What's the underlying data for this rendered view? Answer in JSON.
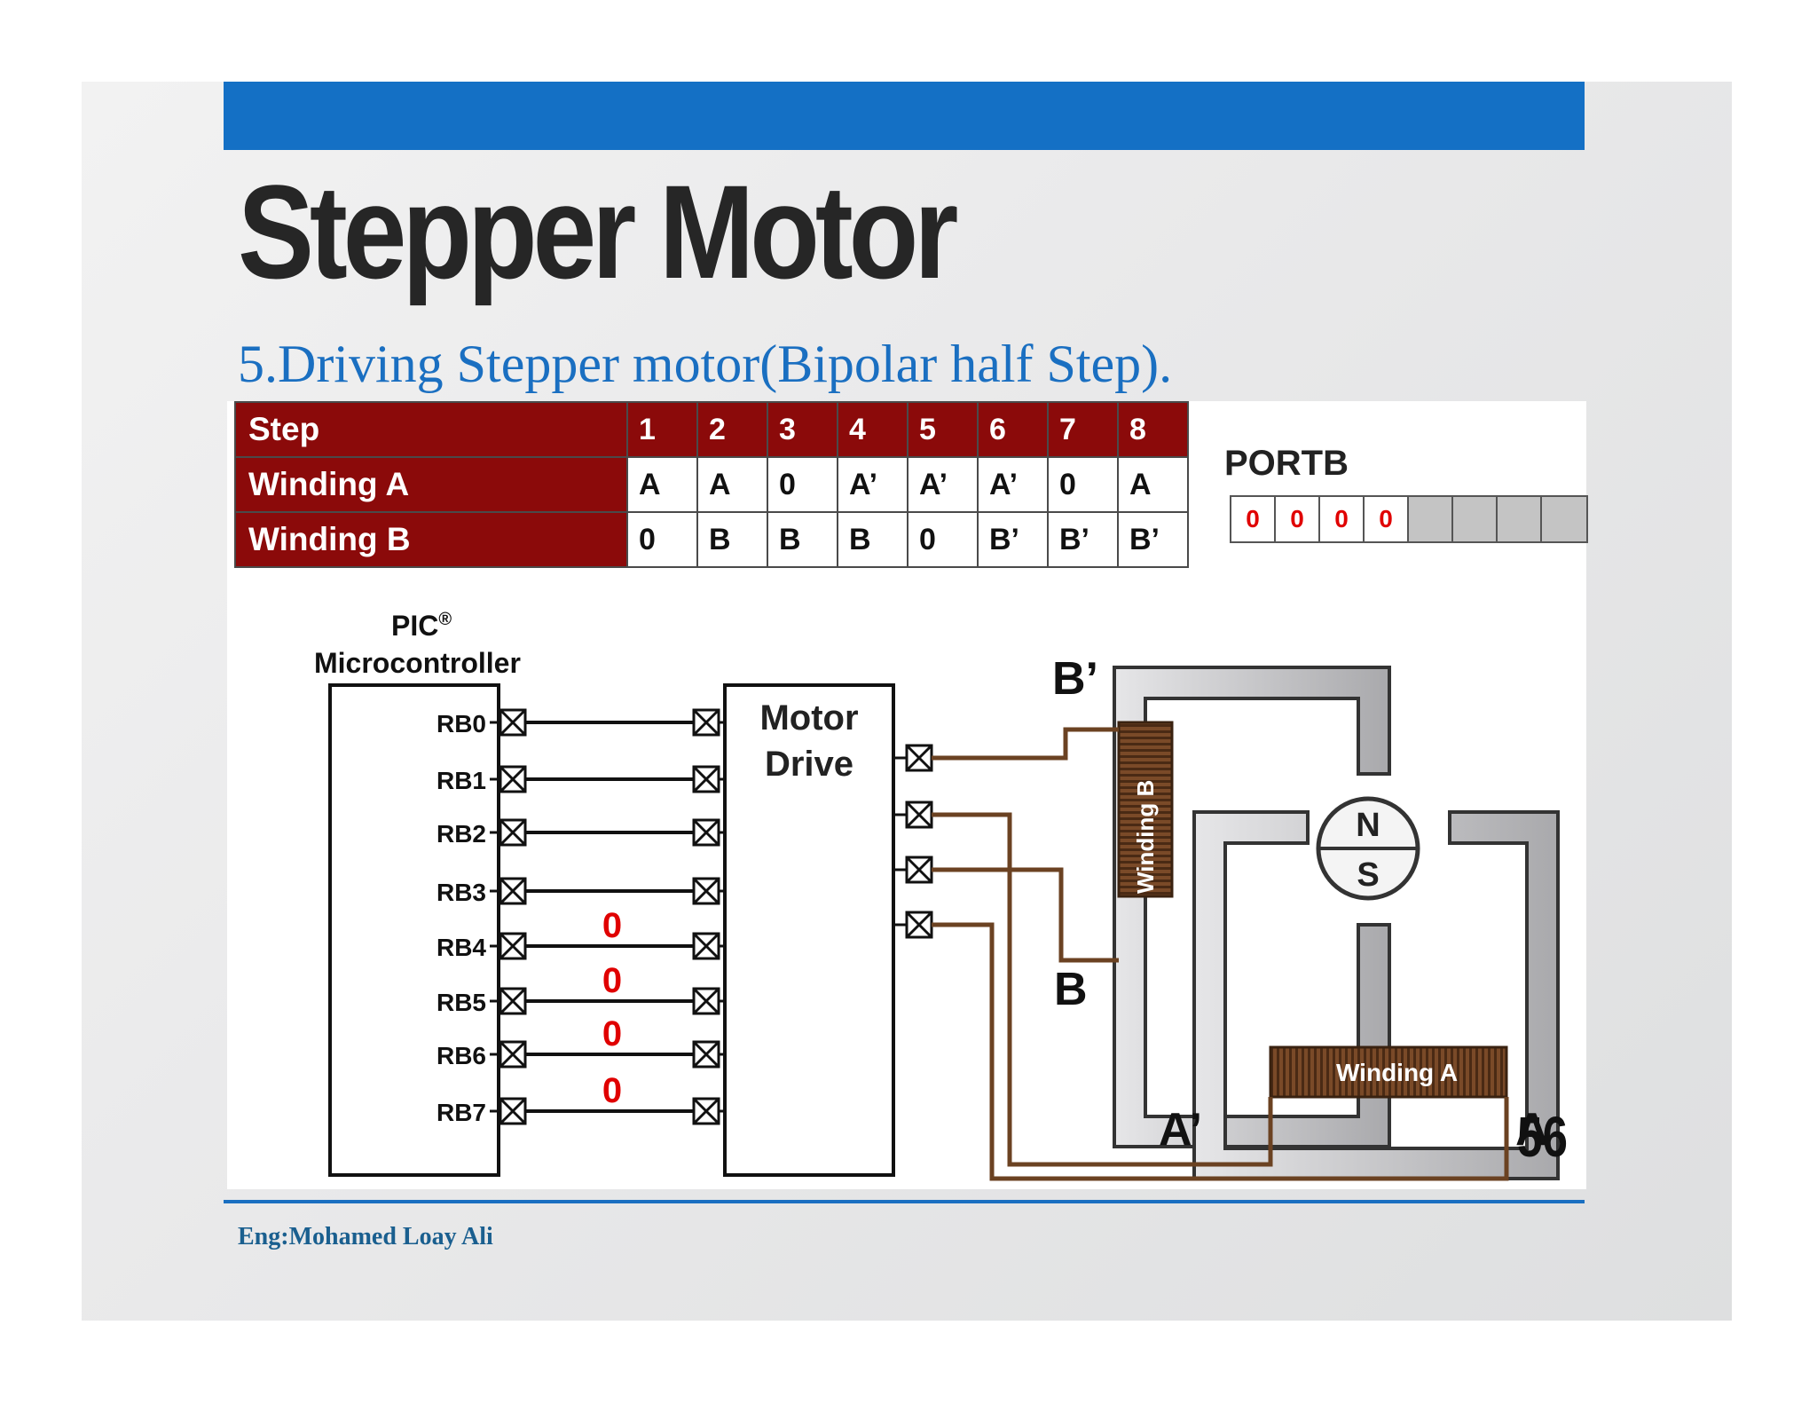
{
  "slide": {
    "title": "Stepper Motor",
    "subtitle": "5.Driving Stepper motor(Bipolar half Step).",
    "author": "Eng:Mohamed Loay Ali",
    "page_number": "56",
    "accent_color": "#1470c5"
  },
  "table": {
    "header": "Step",
    "steps": [
      "1",
      "2",
      "3",
      "4",
      "5",
      "6",
      "7",
      "8"
    ],
    "rows": [
      {
        "label": "Winding A",
        "values": [
          "A",
          "A",
          "0",
          "A’",
          "A’",
          "A’",
          "0",
          "A"
        ]
      },
      {
        "label": "Winding B",
        "values": [
          "0",
          "B",
          "B",
          "B",
          "0",
          "B’",
          "B’",
          "B’"
        ]
      }
    ],
    "header_color": "#8b0a0a"
  },
  "portb": {
    "label": "PORTB",
    "bits": [
      "0",
      "0",
      "0",
      "0",
      "",
      "",
      "",
      ""
    ]
  },
  "diagram": {
    "mcu_label_line1": "PIC",
    "mcu_label_registered": "®",
    "mcu_label_line2": "Microcontroller",
    "pins": [
      "RB0",
      "RB1",
      "RB2",
      "RB3",
      "RB4",
      "RB5",
      "RB6",
      "RB7"
    ],
    "pin_states": [
      "",
      "",
      "",
      "",
      "0",
      "0",
      "0",
      "0"
    ],
    "driver_line1": "Motor",
    "driver_line2": "Drive",
    "pole_b_prime": "B’",
    "pole_b": "B",
    "pole_a_prime": "A’",
    "pole_a": "A",
    "rotor_north": "N",
    "rotor_south": "S",
    "winding_a_label": "Winding A",
    "winding_b_label": "Winding B"
  }
}
